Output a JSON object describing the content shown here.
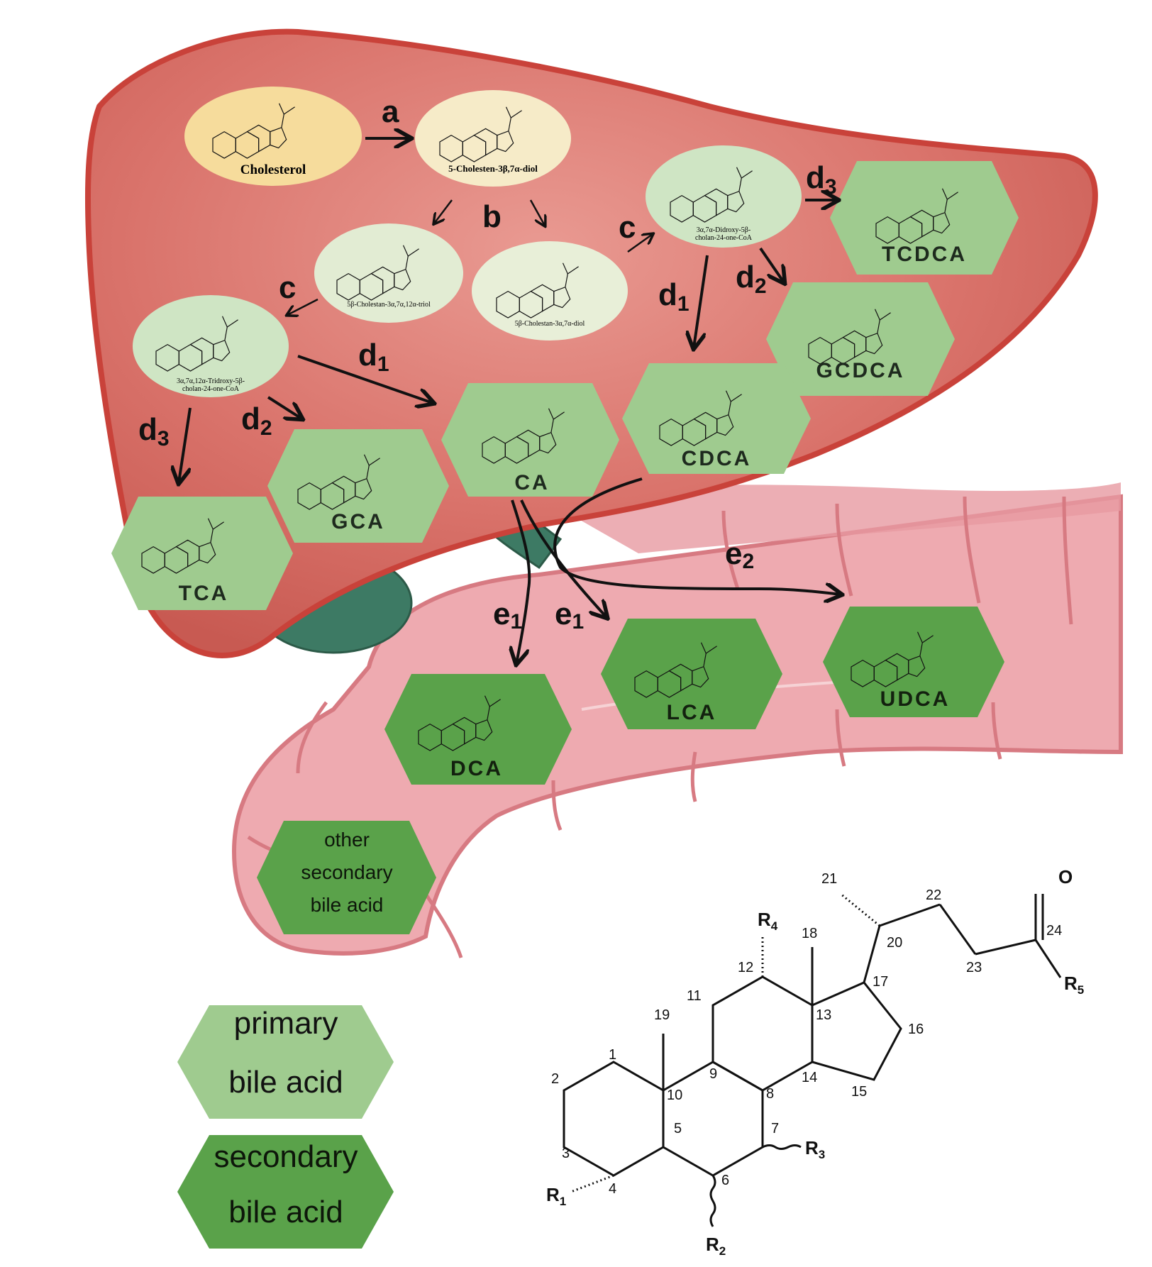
{
  "molecules": {
    "cholesterol": "Cholesterol",
    "cholestenediol": "5-Cholesten-3β,7α-diol",
    "triol": "5β-Cholestan-3α,7α,12α-triol",
    "diol": "5β-Cholestan-3α,7α-diol",
    "tri_coa_1": "3α,7α,12α-Tridroxy-5β-",
    "tri_coa_2": "cholan-24-one-CoA",
    "di_coa_1": "3α,7α-Didroxy-5β-",
    "di_coa_2": "cholan-24-one-CoA"
  },
  "acids": {
    "tcdca": "TCDCA",
    "gcdca": "GCDCA",
    "cdca": "CDCA",
    "ca": "CA",
    "gca": "GCA",
    "tca": "TCA",
    "dca": "DCA",
    "lca": "LCA",
    "udca": "UDCA",
    "other_1": "other",
    "other_2": "secondary",
    "other_3": "bile acid"
  },
  "steps": {
    "a": "a",
    "b": "b",
    "c1": "c",
    "c2": "c",
    "d1": "d",
    "d1_sub": "1",
    "d1b": "d",
    "d1b_sub": "1",
    "d2": "d",
    "d2_sub": "2",
    "d2b": "d",
    "d2b_sub": "2",
    "d3": "d",
    "d3_sub": "3",
    "d3b": "d",
    "d3b_sub": "3",
    "e1": "e",
    "e1_sub": "1",
    "e1b": "e",
    "e1b_sub": "1",
    "e2": "e",
    "e2_sub": "2"
  },
  "legend": {
    "primary_1": "primary",
    "primary_2": "bile acid",
    "secondary_1": "secondary",
    "secondary_2": "bile acid"
  },
  "structure": {
    "r1": "R",
    "r1_sub": "1",
    "r2": "R",
    "r2_sub": "2",
    "r3": "R",
    "r3_sub": "3",
    "r4": "R",
    "r4_sub": "4",
    "r5": "R",
    "r5_sub": "5",
    "oxygen": "O",
    "numbers": [
      "1",
      "2",
      "3",
      "4",
      "5",
      "6",
      "7",
      "8",
      "9",
      "10",
      "11",
      "12",
      "13",
      "14",
      "15",
      "16",
      "17",
      "18",
      "19",
      "20",
      "21",
      "22",
      "23",
      "24"
    ]
  },
  "colors": {
    "liver": "#d9706a",
    "liver_edge": "#c9423a",
    "intestine": "#eeaab0",
    "intestine_edge": "#d77a82",
    "primary_hex": "#9fcb8f",
    "secondary_hex": "#5aa24a",
    "yellow": "#f6dc9c",
    "pale_green": "#dcebcf"
  }
}
